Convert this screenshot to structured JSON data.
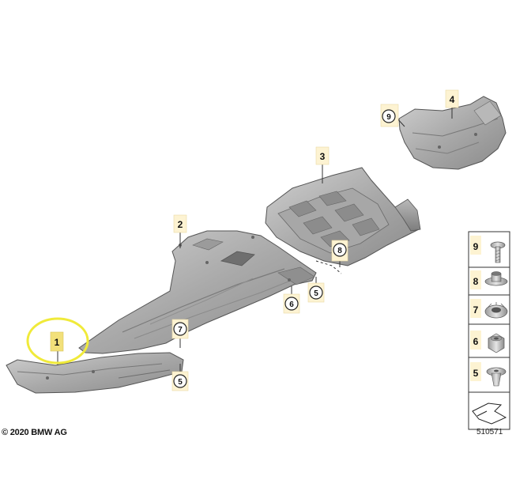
{
  "diagram": {
    "copyright": "© 2020 BMW AG",
    "diagram_number": "510571",
    "highlight_color": "#f0ea3a",
    "label_box_color": "#f7e9b5",
    "part_callouts": {
      "p1": "1",
      "p2": "2",
      "p3": "3",
      "p4": "4",
      "p5a": "5",
      "p5b": "5",
      "p6": "6",
      "p7": "7",
      "p8": "8",
      "p9": "9"
    },
    "legend": [
      {
        "number": "9",
        "name": "screw-icon"
      },
      {
        "number": "8",
        "name": "washer-nut-icon"
      },
      {
        "number": "7",
        "name": "flange-nut-icon"
      },
      {
        "number": "6",
        "name": "hex-nut-icon"
      },
      {
        "number": "5",
        "name": "expanding-rivet-icon"
      }
    ]
  }
}
